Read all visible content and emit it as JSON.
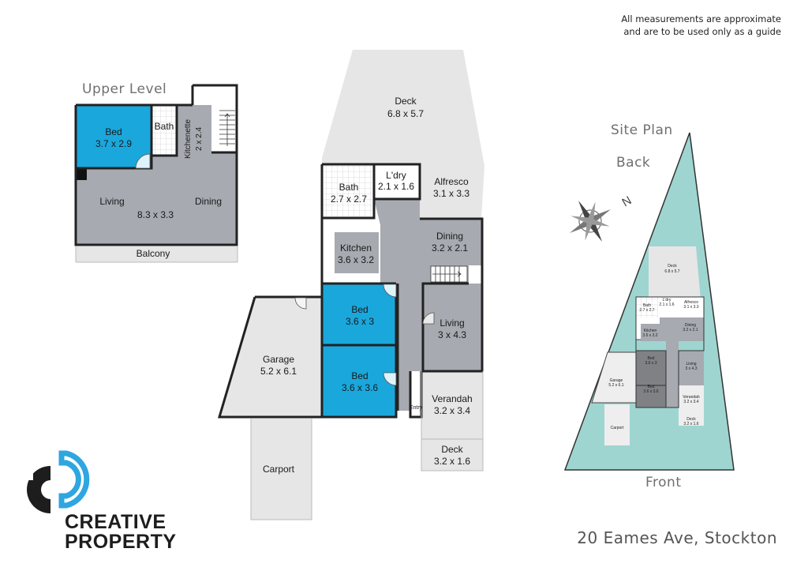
{
  "disclaimer": {
    "line1": "All measurements are approximate",
    "line2": "and are to be used only as a guide"
  },
  "upper_level": {
    "heading": "Upper Level",
    "rooms": {
      "bed": {
        "name": "Bed",
        "size": "3.7 x 2.9"
      },
      "bath": {
        "name": "Bath"
      },
      "kitchenette": {
        "name": "Kitchenette",
        "size": "2 x 2.4"
      },
      "living": {
        "name": "Living"
      },
      "living_dining_size": "8.3 x 3.3",
      "dining": {
        "name": "Dining"
      },
      "balcony": {
        "name": "Balcony"
      }
    }
  },
  "ground_level": {
    "rooms": {
      "deck_rear": {
        "name": "Deck",
        "size": "6.8 x 5.7"
      },
      "bath": {
        "name": "Bath",
        "size": "2.7 x 2.7"
      },
      "laundry": {
        "name": "L'dry",
        "size": "2.1 x 1.6"
      },
      "alfresco": {
        "name": "Alfresco",
        "size": "3.1 x 3.3"
      },
      "kitchen": {
        "name": "Kitchen",
        "size": "3.6 x 3.2"
      },
      "dining": {
        "name": "Dining",
        "size": "3.2 x 2.1"
      },
      "bed1": {
        "name": "Bed",
        "size": "3.6 x 3"
      },
      "bed2": {
        "name": "Bed",
        "size": "3.6 x 3.6"
      },
      "living": {
        "name": "Living",
        "size": "3 x 4.3"
      },
      "garage": {
        "name": "Garage",
        "size": "5.2 x 6.1"
      },
      "verandah": {
        "name": "Verandah",
        "size": "3.2 x 3.4"
      },
      "entry": {
        "name": "Entry"
      },
      "deck_front": {
        "name": "Deck",
        "size": "3.2 x 1.6"
      },
      "carport": {
        "name": "Carport"
      }
    }
  },
  "site_plan": {
    "heading": "Site Plan",
    "back_label": "Back",
    "front_label": "Front",
    "compass_letter": "N"
  },
  "address": "20 Eames Ave, Stockton",
  "brand": {
    "line1": "CREATIVE",
    "line2": "PROPERTY"
  },
  "colors": {
    "bed_blue": "#1aa7dc",
    "room_grey": "#a7aab0",
    "outdoor_grey": "#e6e6e6",
    "site_green": "#9ed5d0",
    "logo_accent": "#2ea6e0"
  }
}
